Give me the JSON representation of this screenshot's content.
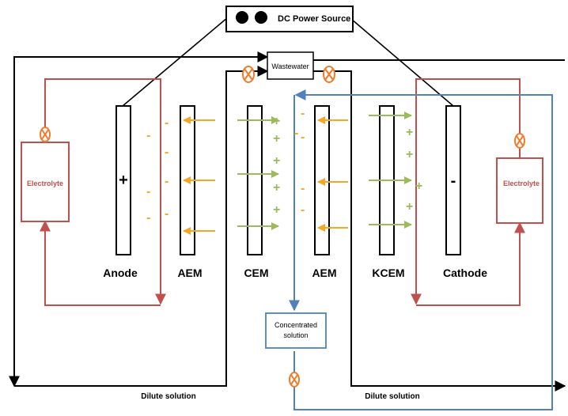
{
  "power_source": {
    "label": "DC Power Source"
  },
  "components": {
    "wastewater": "Wastewater",
    "concentrated_solution": "Concentrated solution",
    "concentrated_line1": "Concentrated",
    "concentrated_line2": "solution",
    "electrolyte_left": "Electrolyte",
    "electrolyte_right": "Electrolyte"
  },
  "electrodes": {
    "anode_sign": "+",
    "cathode_sign": "-"
  },
  "labels": {
    "anode": "Anode",
    "aem1": "AEM",
    "cem": "CEM",
    "aem2": "AEM",
    "kcem": "KCEM",
    "cathode": "Cathode"
  },
  "outlets": {
    "dilute_left": "Dilute solution",
    "dilute_right": "Dilute solution"
  },
  "ions": {
    "anion": "-",
    "cation": "+"
  },
  "colors": {
    "electrolyte_loop": "#c0504d",
    "concentrate_loop": "#4f81bd",
    "anion": "#f5a623",
    "cation": "#9bbb59",
    "valve": "#f07b2c",
    "frame": "#000000"
  }
}
